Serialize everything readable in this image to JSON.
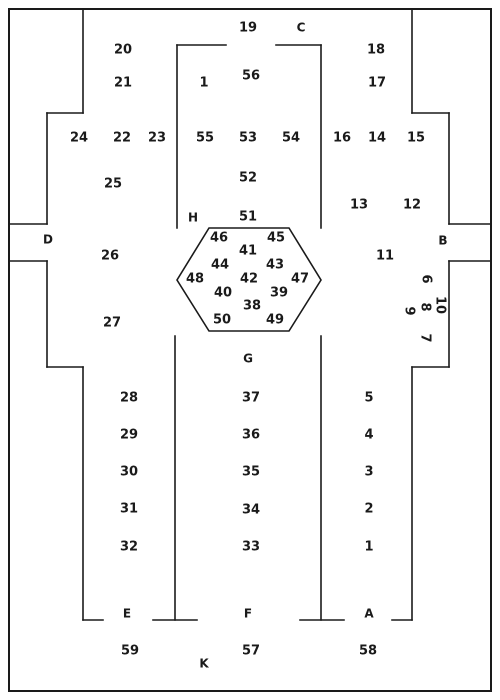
{
  "labels": [
    "A",
    "B",
    "C",
    "D",
    "E",
    "F",
    "G",
    "H",
    "K",
    "1",
    "2",
    "3",
    "4",
    "5",
    "6",
    "7",
    "8",
    "9",
    "10",
    "11",
    "12",
    "13",
    "14",
    "15",
    "16",
    "17",
    "18",
    "19",
    "20",
    "21",
    "22",
    "23",
    "24",
    "25",
    "26",
    "27",
    "28",
    "29",
    "30",
    "31",
    "32",
    "33",
    "34",
    "35",
    "36",
    "37",
    "38",
    "39",
    "40",
    "41",
    "42",
    "43",
    "44",
    "45",
    "46",
    "47",
    "48",
    "49",
    "50",
    "51",
    "52",
    "53",
    "54",
    "55",
    "56",
    "57",
    "58",
    "59",
    "1"
  ]
}
